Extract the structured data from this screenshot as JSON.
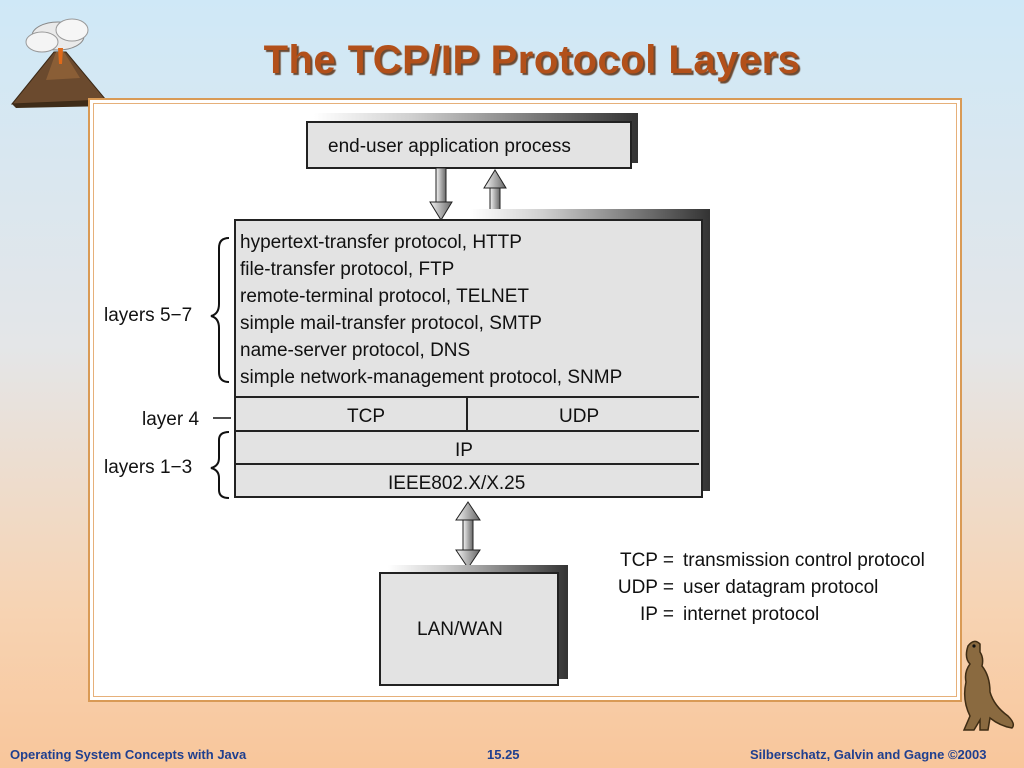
{
  "slide": {
    "title": "The TCP/IP Protocol Layers"
  },
  "diagram": {
    "top_box": "end-user application process",
    "protocols": [
      "hypertext-transfer protocol, HTTP",
      "file-transfer protocol, FTP",
      "remote-terminal protocol, TELNET",
      "simple mail-transfer protocol, SMTP",
      "name-server protocol, DNS",
      "simple network-management protocol, SNMP"
    ],
    "transport": [
      "TCP",
      "UDP"
    ],
    "network": "IP",
    "link": "IEEE802.X/X.25",
    "bottom_box": "LAN/WAN",
    "layer_labels": {
      "upper": "layers 5−7",
      "middle": "layer 4",
      "lower": "layers 1−3"
    },
    "legend": [
      {
        "key": "TCP =",
        "value": "transmission control protocol"
      },
      {
        "key": "UDP =",
        "value": "user datagram protocol"
      },
      {
        "key": "IP =",
        "value": "internet protocol"
      }
    ]
  },
  "footer": {
    "left": "Operating System Concepts with Java",
    "center": "15.25",
    "right": "Silberschatz, Galvin and Gagne ©2003"
  },
  "colors": {
    "title": "#b2501a",
    "footer": "#1f3f8f",
    "frame_border": "#d99a55",
    "box_fill": "#e3e3e3"
  },
  "icons": [
    "volcano-icon",
    "dinosaur-icon"
  ]
}
